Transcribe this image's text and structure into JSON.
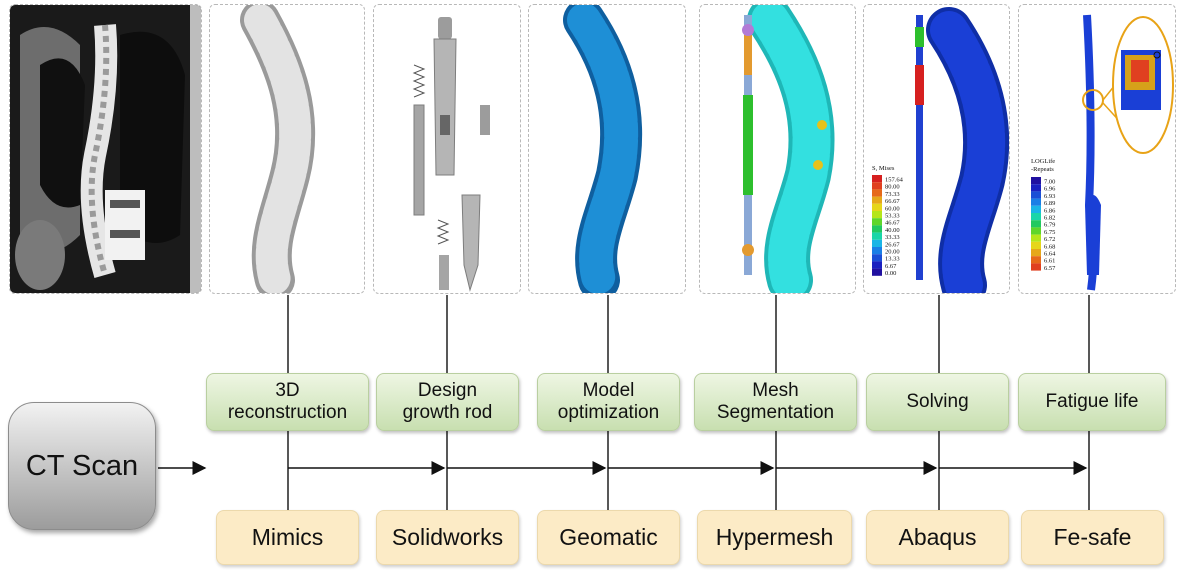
{
  "start_node": {
    "label": "CT Scan"
  },
  "stages": [
    {
      "label": "3D\nreconstruction",
      "tool": "Mimics"
    },
    {
      "label": "Design\ngrowth rod",
      "tool": "Solidworks"
    },
    {
      "label": "Model\noptimization",
      "tool": "Geomatic"
    },
    {
      "label": "Mesh\nSegmentation",
      "tool": "Hypermesh"
    },
    {
      "label": "Solving",
      "tool": "Abaqus"
    },
    {
      "label": "Fatigue life",
      "tool": "Fe-safe"
    }
  ],
  "stress_legend": {
    "title": "S, Mises",
    "values": [
      "157.64",
      "80.00",
      "73.33",
      "66.67",
      "60.00",
      "53.33",
      "46.67",
      "40.00",
      "33.33",
      "26.67",
      "20.00",
      "13.33",
      "6.67",
      "0.00"
    ]
  },
  "fatigue_legend": {
    "title_line1": "LOGLife",
    "title_line2": "-Repeats",
    "values": [
      "7.00",
      "6.96",
      "6.93",
      "6.89",
      "6.86",
      "6.82",
      "6.79",
      "6.75",
      "6.72",
      "6.68",
      "6.64",
      "6.61",
      "6.57"
    ]
  },
  "colors": {
    "stage_fill": "#d6e8c3",
    "tool_fill": "#fcebc6",
    "model_gray": "#d9d9d9",
    "model_blue": "#1e8fd6",
    "mesh_cyan": "#33e0e0",
    "solve_blue": "#1a3fd6",
    "callout": "#e8a317"
  }
}
